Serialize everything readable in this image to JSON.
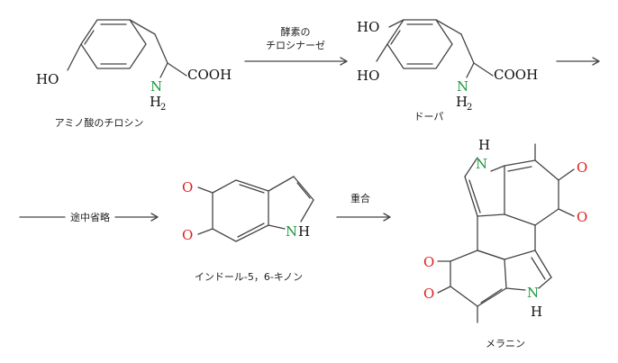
{
  "captions": {
    "tyrosine": "アミノ酸のチロシン",
    "dopa": "ドーパ",
    "indole_quinone": "インドール-5，6-キノン",
    "melanin": "メラニン"
  },
  "arrows": {
    "enzyme_line1": "酵素の",
    "enzyme_line2": "チロシナーゼ",
    "intermediate": "途中省略",
    "polymerization": "重合"
  },
  "atoms": {
    "HO": "HO",
    "COOH": "COOH",
    "N": "N",
    "H2": "H",
    "two": "2",
    "O": "O",
    "H": "H"
  },
  "colors": {
    "bond": "#444444",
    "oxygen": "#e02020",
    "nitrogen": "#1a9a3a",
    "text": "#111111"
  }
}
